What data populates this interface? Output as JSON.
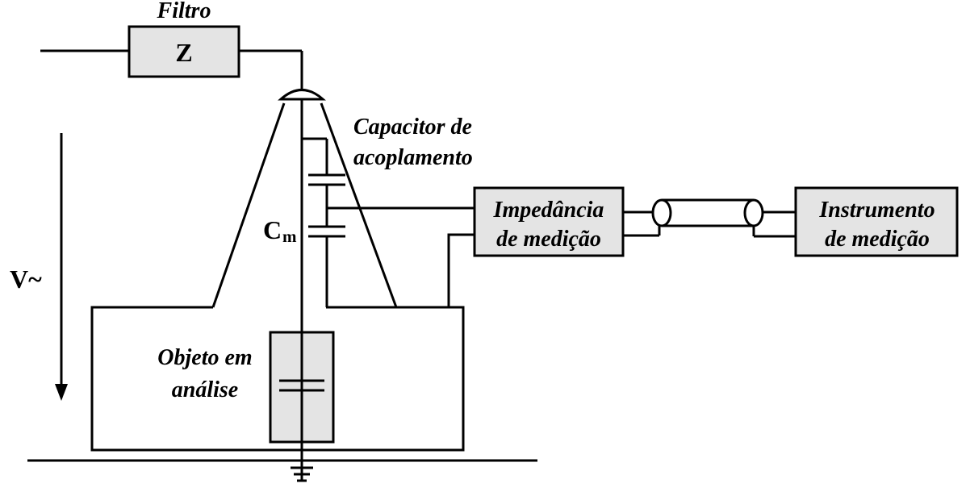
{
  "labels": {
    "filter_title": "Filtro",
    "filter_symbol": "Z",
    "coupling_capacitor_line1": "Capacitor de",
    "coupling_capacitor_line2": "acoplamento",
    "cm_main": "C",
    "cm_sub": "m",
    "voltage": "V~",
    "impedance_line1": "Impedância",
    "impedance_line2": "de medição",
    "instrument_line1": "Instrumento",
    "instrument_line2": "de medição",
    "object_line1": "Objeto em",
    "object_line2": "análise"
  },
  "colors": {
    "stroke": "#000000",
    "box_fill": "#e4e4e4",
    "background": "#ffffff"
  }
}
